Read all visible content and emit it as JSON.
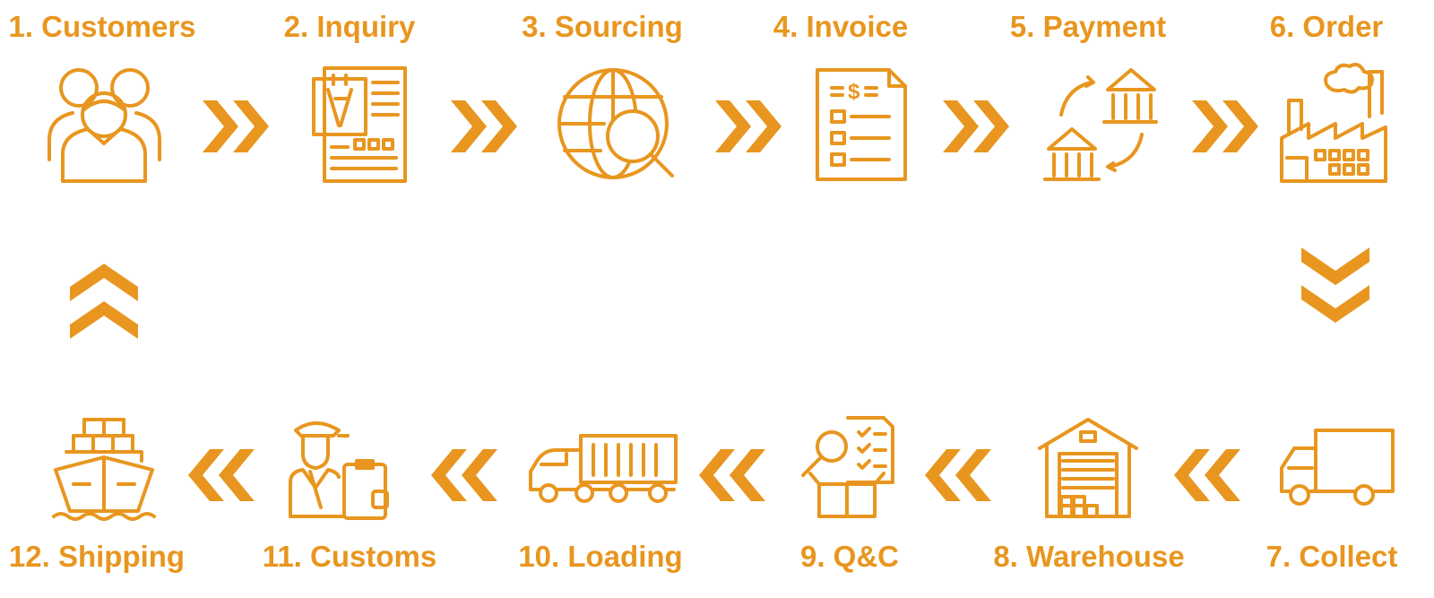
{
  "accent_color": "#E8961F",
  "steps": [
    {
      "label": "1. Customers",
      "icon": "customers-icon"
    },
    {
      "label": "2. Inquiry",
      "icon": "inquiry-document-icon"
    },
    {
      "label": "3. Sourcing",
      "icon": "globe-search-icon"
    },
    {
      "label": "4. Invoice",
      "icon": "invoice-icon"
    },
    {
      "label": "5. Payment",
      "icon": "bank-transfer-icon"
    },
    {
      "label": "6. Order",
      "icon": "factory-icon"
    },
    {
      "label": "7. Collect",
      "icon": "delivery-truck-icon"
    },
    {
      "label": "8. Warehouse",
      "icon": "warehouse-icon"
    },
    {
      "label": "9. Q&C",
      "icon": "inspection-box-icon"
    },
    {
      "label": "10. Loading",
      "icon": "container-truck-icon"
    },
    {
      "label": "11. Customs",
      "icon": "customs-officer-icon"
    },
    {
      "label": "12. Shipping",
      "icon": "cargo-ship-icon"
    }
  ]
}
